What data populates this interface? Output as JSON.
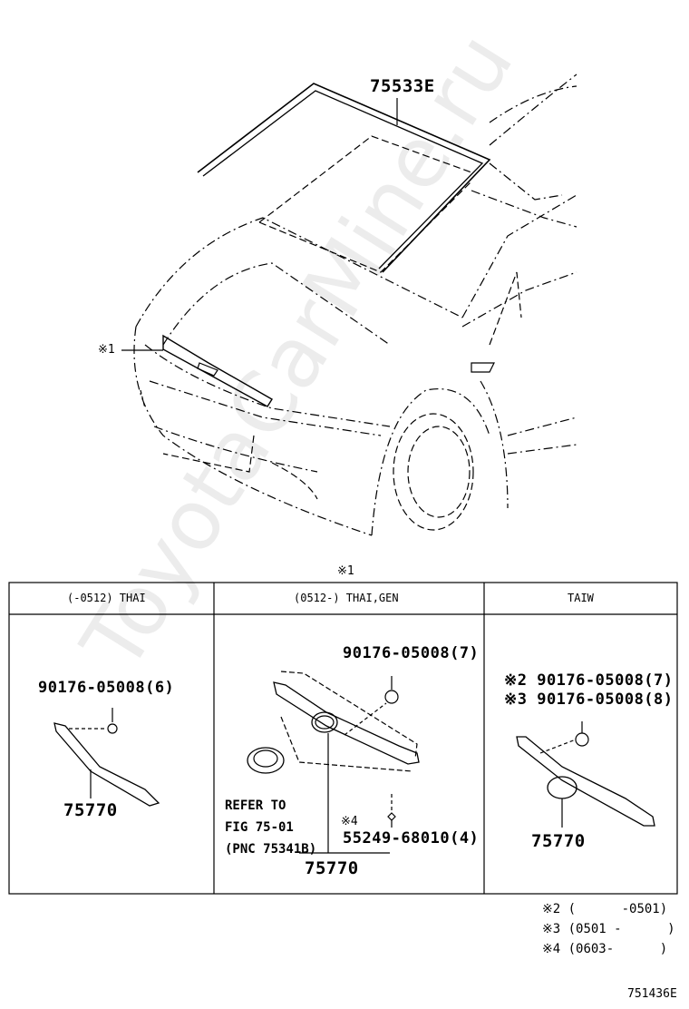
{
  "upper": {
    "part_windshield_molding": "75533E",
    "callout_emblem": "※1"
  },
  "table": {
    "caption": "※1",
    "columns": [
      "(-0512) THAI",
      "(0512-) THAI,GEN",
      "TAIW"
    ],
    "col1": {
      "bolt": "90176-05008(6)",
      "part": "75770"
    },
    "col2": {
      "bolt": "90176-05008(7)",
      "refer_lines": [
        "REFER TO",
        "FIG 75-01",
        "(PNC 75341B)"
      ],
      "clip_mark": "※4",
      "clip": "55249-68010(4)",
      "part": "75770"
    },
    "col3": {
      "bolt_a": "※2 90176-05008(7)",
      "bolt_b": "※3 90176-05008(8)",
      "part": "75770"
    }
  },
  "footnotes": [
    "※2 (      -0501)",
    "※3 (0501 -      )",
    "※4 (0603-      )"
  ],
  "figure_id": "751436E",
  "watermark": "ToyotaCarMine.ru"
}
